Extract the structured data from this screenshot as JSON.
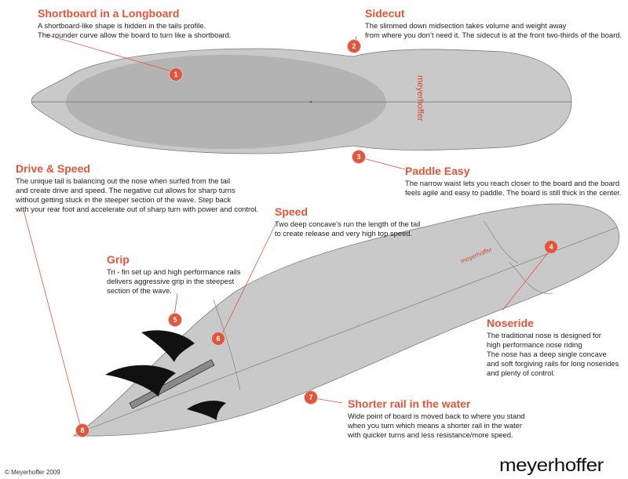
{
  "brand": {
    "board_logo_top": "meyerhoffer",
    "board_logo_bottom": "meyerhoffer",
    "corner_logo": "meyerhoffer",
    "copyright": "© Meyerhoffer 2009",
    "accent": "#e4543a",
    "board_fill": "#c9c9c9",
    "shortboard_fill": "#b3b3b3"
  },
  "features": [
    {
      "number": "1",
      "title": "Shortboard in a Longboard",
      "lines": [
        "A shortboard-like shape is hidden in the tails profile.",
        "The rounder curve allow the board to turn like a shortboard."
      ]
    },
    {
      "number": "2",
      "title": "Sidecut",
      "lines": [
        "The slimmed down midsection takes volume and weight away",
        "from where you don’t need it. The sidecut is at the front two-thirds of the board."
      ]
    },
    {
      "number": "3",
      "title": "Paddle Easy",
      "lines": [
        "The narrow waist lets you reach closer to the board and the board",
        "feels agile and easy to paddle. The board is still thick in the center."
      ]
    },
    {
      "number": "4",
      "title": "Noseride",
      "lines": [
        "The traditional nose is designed for",
        "high performance nose riding",
        "The nose has a deep single concave",
        "and soft forgiving rails for long noserides",
        "and plenty of control."
      ]
    },
    {
      "number": "5",
      "title": "Grip",
      "lines": [
        "Tri - fin set up and high performance rails",
        "delivers aggressive grip in the steepest",
        "section of the wave."
      ]
    },
    {
      "number": "6",
      "title": "Speed",
      "lines": [
        "Two deep concave’s run the length of the tail",
        "to create release and very high top speed."
      ]
    },
    {
      "number": "7",
      "title": "Shorter rail in the water",
      "lines": [
        "Wide point of board is moved back to where you stand",
        "when you turn which means a shorter rail in the water",
        "with quicker turns and less resistance/more speed."
      ]
    },
    {
      "number": "8",
      "title": "Drive & Speed",
      "lines": [
        "The unique tail is balancing out the nose when surfed from the tail",
        "and create drive and speed. The negative cut allows for sharp turns",
        "without getting stuck in the steeper section of the wave. Step back",
        "with your rear foot and accelerate out of sharp turn with power and control."
      ]
    }
  ]
}
